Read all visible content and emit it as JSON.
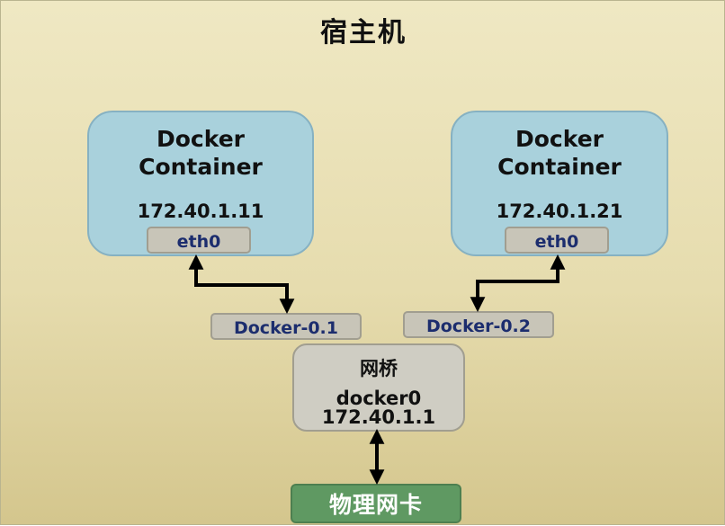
{
  "host": {
    "title": "宿主机"
  },
  "containers": [
    {
      "name_line1": "Docker",
      "name_line2": "Container",
      "ip": "172.40.1.11",
      "interface": "eth0"
    },
    {
      "name_line1": "Docker",
      "name_line2": "Container",
      "ip": "172.40.1.21",
      "interface": "eth0"
    }
  ],
  "veths": [
    {
      "label": "Docker-0.1"
    },
    {
      "label": "Docker-0.2"
    }
  ],
  "bridge": {
    "title": "网桥",
    "name": "docker0",
    "ip": "172.40.1.1"
  },
  "nic": {
    "label": "物理网卡"
  },
  "colors": {
    "host_bg": "#e6dcae",
    "container_bg": "#a9d1dc",
    "interface_bg": "#c8c5b8",
    "interface_text": "#1c2d6e",
    "bridge_bg": "#cfcdc3",
    "nic_bg": "#5f9962",
    "arrow": "#000000"
  }
}
